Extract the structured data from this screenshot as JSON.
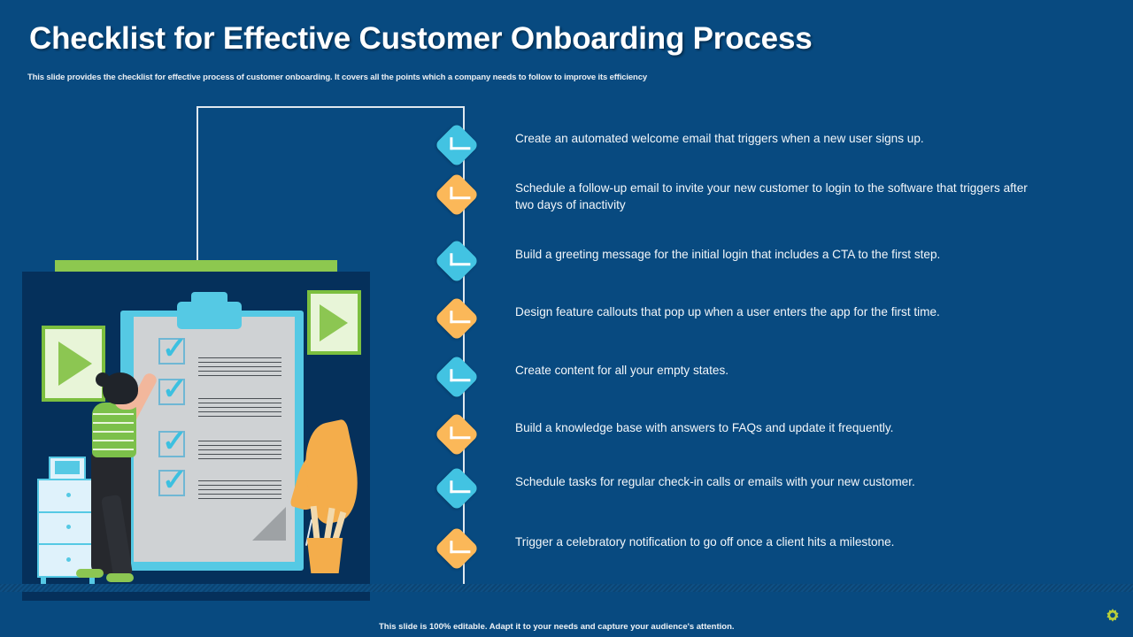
{
  "slide": {
    "title": "Checklist for Effective Customer Onboarding Process",
    "subtitle": "This slide provides the checklist for effective process of customer onboarding. It covers all the points which a company needs to follow to improve its efficiency",
    "footer_note": "This slide is 100% editable. Adapt it to your needs and capture your audience's attention.",
    "background_color": "#084a80",
    "panel_color": "#05305b",
    "accent_cyan": "#42c3e2",
    "accent_amber": "#fbb859",
    "accent_green": "#8dc84f",
    "gear_color": "#b9cf3a"
  },
  "checklist": {
    "items": [
      {
        "text": "Create an automated welcome email that triggers when a new user signs up.",
        "color": "cyan"
      },
      {
        "text": "Schedule a follow-up email to invite your new customer to login to the software that triggers after two days of inactivity",
        "color": "amber"
      },
      {
        "text": "Build a greeting message for the initial login that includes a CTA to the first step.",
        "color": "cyan"
      },
      {
        "text": "Design feature callouts that pop up when a user enters the app for the first time.",
        "color": "amber"
      },
      {
        "text": "Create content for all your empty states.",
        "color": "cyan"
      },
      {
        "text": "Build a knowledge base with answers to FAQs and update it frequently.",
        "color": "amber"
      },
      {
        "text": "Schedule tasks for regular check-in calls or emails with your new customer.",
        "color": "cyan"
      },
      {
        "text": "Trigger a celebratory notification to go off once a client hits a milestone.",
        "color": "amber"
      }
    ],
    "row_tops": [
      139,
      195,
      270,
      335,
      401,
      466,
      527,
      595
    ]
  },
  "illustration": {
    "name": "person-checking-clipboard-illustration",
    "elements": [
      "clipboard",
      "checkbox-ticks",
      "person",
      "filing-cabinet",
      "picture-frame-play-icon-left",
      "picture-frame-play-icon-right",
      "leaf-plant",
      "pencil-cup"
    ]
  }
}
